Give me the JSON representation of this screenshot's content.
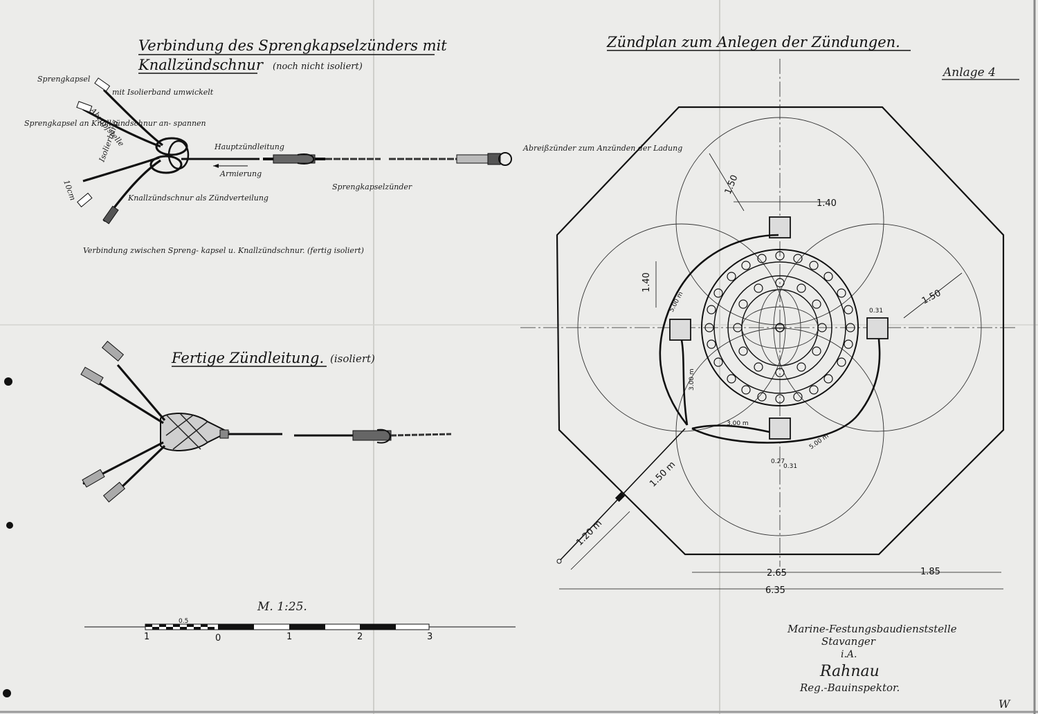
{
  "sheet": {
    "annex_label": "Anlage 4",
    "monogram": "W"
  },
  "panel_connection": {
    "title_line1": "Verbindung des Sprengkapselzünders mit",
    "title_line2": "Knallzündschnur",
    "title_note": "(noch nicht isoliert)",
    "labels": {
      "sprengkapsel": "Sprengkapsel",
      "isolierband_umwickelt": "mit Isolierband umwickelt",
      "abzapfstelle": "Abzapfstelle",
      "sprengkapsel_anspiessen": "Sprengkapsel an Knallzündschnur an- spannen",
      "isolierband": "Isolierband",
      "dim_10cm": "10cm",
      "hauptzuendleitung": "Hauptzündleitung",
      "armierung": "Armierung",
      "knallzuendschnur_leitung": "Knallzündschnur als Zündverteilung",
      "sprengkapselzuender": "Sprengkapselzünder",
      "abreisszuender": "Abreißzünder zum Anzünden der Ladung",
      "verbindung_caption": "Verbindung zwischen Spreng- kapsel u. Knallzündschnur. (fertig isoliert)"
    }
  },
  "panel_finished": {
    "title": "Fertige Zündleitung.",
    "note": "(isoliert)"
  },
  "scale": {
    "label": "M. 1:25.",
    "tick_labels": [
      "1",
      "0",
      "1",
      "2",
      "3"
    ],
    "sub_label": "0.5"
  },
  "ignition_plan": {
    "title": "Zündplan zum Anlegen der Zündungen.",
    "dims": {
      "d_150_upper": "1.50",
      "d_140_top": "1.40",
      "d_140_left": "1.40",
      "d_150_right": "1.50",
      "d_500_left": "5.00 m",
      "d_300_left": "3.00 m",
      "d_300_bottom": "3.00 m",
      "d_500_bottom": "5.00 m",
      "d_031_right": "0.31",
      "d_027": "0.27",
      "d_031_bottom": "0.31",
      "d_150m": "1.50 m",
      "d_120m": "1.20 m",
      "d_265": "2.65",
      "d_185": "1.85",
      "d_635": "6.35"
    }
  },
  "title_block": {
    "line1": "Marine-Festungsbaudienststelle",
    "line2": "Stavanger",
    "line3": "i.A.",
    "signature": "Rahnau",
    "line4": "Reg.-Bauinspektor."
  }
}
